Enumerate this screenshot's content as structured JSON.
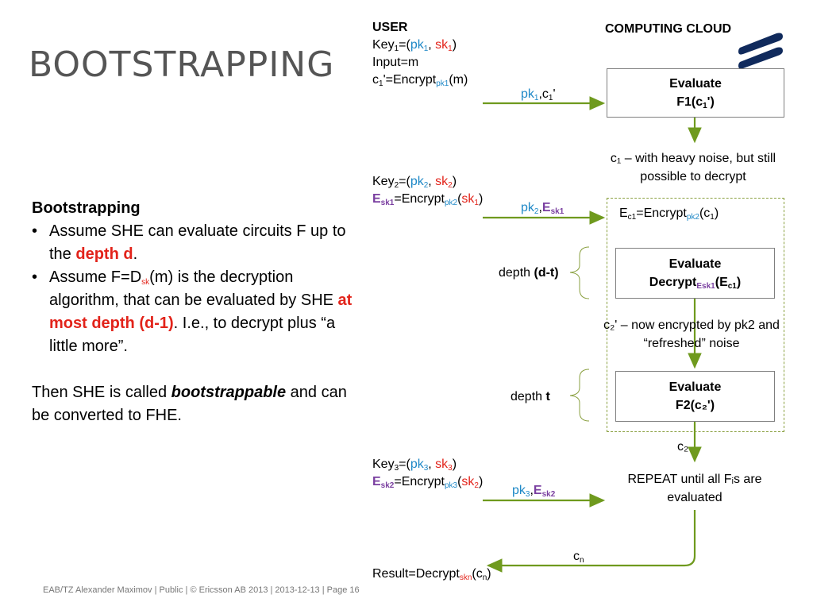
{
  "slide": {
    "title": "BOOTSTRAPPING",
    "footer": "EAB/TZ Alexander Maximov  |  Public  |  © Ericsson AB 2013  |  2013-12-13  |  Page 16"
  },
  "left": {
    "heading": "Bootstrapping",
    "b1_pre": "Assume SHE can evaluate circuits F up to the ",
    "b1_em": "depth d",
    "b1_post": ".",
    "b2_pre": "Assume F=D",
    "b2_sub": "sk",
    "b2_mid": "(m) is the decryption algorithm, that can be evaluated by SHE ",
    "b2_em": "at most depth (d-1)",
    "b2_post": ". I.e., to decrypt plus “a little more”.",
    "p_pre": "Then SHE is called ",
    "p_em": "bootstrappable",
    "p_post": " and can be converted to FHE."
  },
  "user": {
    "label": "USER",
    "input": "Input=m",
    "result": "Result=Decrypt"
  },
  "cloud": {
    "label": "COMPUTING CLOUD",
    "box1_l1": "Evaluate",
    "box1_l2": "F1(c",
    "note1": "c₁ – with heavy noise, but still possible to decrypt",
    "box2_l1": "Evaluate",
    "box2_l2": "Decrypt",
    "note2": "c₂' – now encrypted by pk2 and “refreshed” noise",
    "box3_l1": "Evaluate",
    "box3_l2": "F2(c₂')",
    "repeat": "REPEAT until all Fᵢs are evaluated",
    "depth1": "depth ",
    "depth1_b": "(d-t)",
    "depth2": "depth ",
    "depth2_b": "t",
    "c2_label": "c₂"
  },
  "colors": {
    "arrow": "#6f9a1e",
    "red": "#e2231a",
    "blue": "#1e88c7",
    "purple": "#7a3fa0",
    "logo": "#102a5c"
  }
}
